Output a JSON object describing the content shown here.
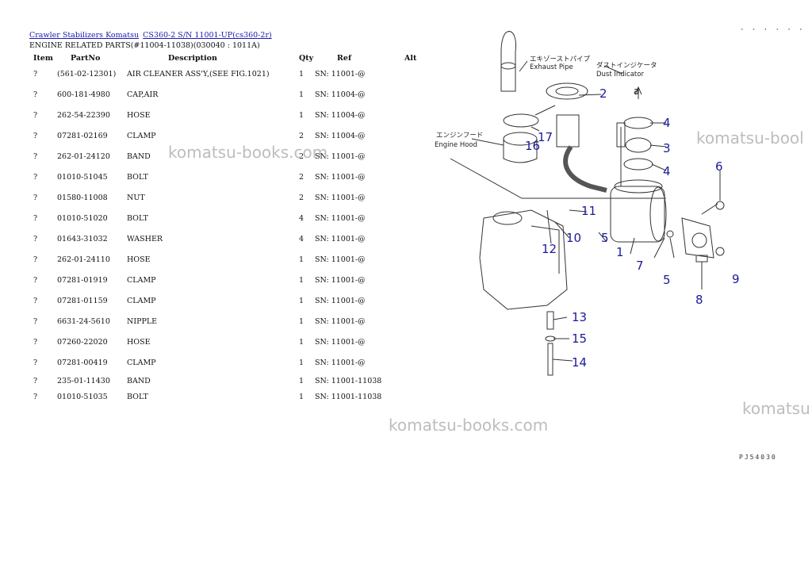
{
  "breadcrumb": {
    "link1": "Crawler Stabilizers Komatsu",
    "link2": "CS360-2 S/N 11001-UP(cs360-2r)"
  },
  "subtitle": "ENGINE RELATED PARTS(#11004-11038)(030040 : 1011A)",
  "table": {
    "headers": {
      "item": "Item",
      "partno": "PartNo",
      "description": "Description",
      "qty": "Qty",
      "ref": "Ref",
      "alt": "Alt"
    },
    "rows": [
      {
        "item": "?",
        "partno": "(561-02-12301)",
        "description": "AIR CLEANER ASS'Y,(SEE FIG.1021)",
        "qty": "1",
        "ref": "SN: 11001-@"
      },
      {
        "item": "?",
        "partno": "600-181-4980",
        "description": "CAP,AIR",
        "qty": "1",
        "ref": "SN: 11004-@"
      },
      {
        "item": "?",
        "partno": "262-54-22390",
        "description": "HOSE",
        "qty": "1",
        "ref": "SN: 11004-@"
      },
      {
        "item": "?",
        "partno": "07281-02169",
        "description": "CLAMP",
        "qty": "2",
        "ref": "SN: 11004-@"
      },
      {
        "item": "?",
        "partno": "262-01-24120",
        "description": "BAND",
        "qty": "2",
        "ref": "SN: 11001-@"
      },
      {
        "item": "?",
        "partno": "01010-51045",
        "description": "BOLT",
        "qty": "2",
        "ref": "SN: 11001-@"
      },
      {
        "item": "?",
        "partno": "01580-11008",
        "description": "NUT",
        "qty": "2",
        "ref": "SN: 11001-@"
      },
      {
        "item": "?",
        "partno": "01010-51020",
        "description": "BOLT",
        "qty": "4",
        "ref": "SN: 11001-@"
      },
      {
        "item": "?",
        "partno": "01643-31032",
        "description": "WASHER",
        "qty": "4",
        "ref": "SN: 11001-@"
      },
      {
        "item": "?",
        "partno": "262-01-24110",
        "description": "HOSE",
        "qty": "1",
        "ref": "SN: 11001-@"
      },
      {
        "item": "?",
        "partno": "07281-01919",
        "description": "CLAMP",
        "qty": "1",
        "ref": "SN: 11001-@"
      },
      {
        "item": "?",
        "partno": "07281-01159",
        "description": "CLAMP",
        "qty": "1",
        "ref": "SN: 11001-@"
      },
      {
        "item": "?",
        "partno": "6631-24-5610",
        "description": "NIPPLE",
        "qty": "1",
        "ref": "SN: 11001-@"
      },
      {
        "item": "?",
        "partno": "07260-22020",
        "description": "HOSE",
        "qty": "1",
        "ref": "SN: 11001-@"
      },
      {
        "item": "?",
        "partno": "07281-00419",
        "description": "CLAMP",
        "qty": "1",
        "ref": "SN: 11001-@"
      },
      {
        "item": "?",
        "partno": "235-01-11430",
        "description": "BAND",
        "qty": "1",
        "ref": "SN: 11001-11038"
      },
      {
        "item": "?",
        "partno": "01010-51035",
        "description": "BOLT",
        "qty": "1",
        "ref": "SN: 11001-11038"
      }
    ]
  },
  "watermark": "komatsu-books.com",
  "watermark_partial": "komatsu-bool",
  "watermark_partial2": "komatsu",
  "diagram": {
    "exhaust_pipe_jp": "エキゾーストパイプ",
    "exhaust_pipe_en": "Exhaust Pipe",
    "dust_indicator_jp": "ダストインジケータ",
    "dust_indicator_en": "Dust Indicator",
    "engine_hood_jp": "エンジンフード",
    "engine_hood_en": "Engine Hood",
    "detail_letter": "a",
    "callouts": [
      "1",
      "2",
      "4",
      "3",
      "4",
      "5",
      "6",
      "7",
      "5",
      "8",
      "9",
      "10",
      "11",
      "12",
      "13",
      "14",
      "15",
      "16",
      "17"
    ],
    "figure_code": "PJ54030",
    "corner_dots": "· · · · · ·",
    "callout_color": "#1a1a9a"
  }
}
